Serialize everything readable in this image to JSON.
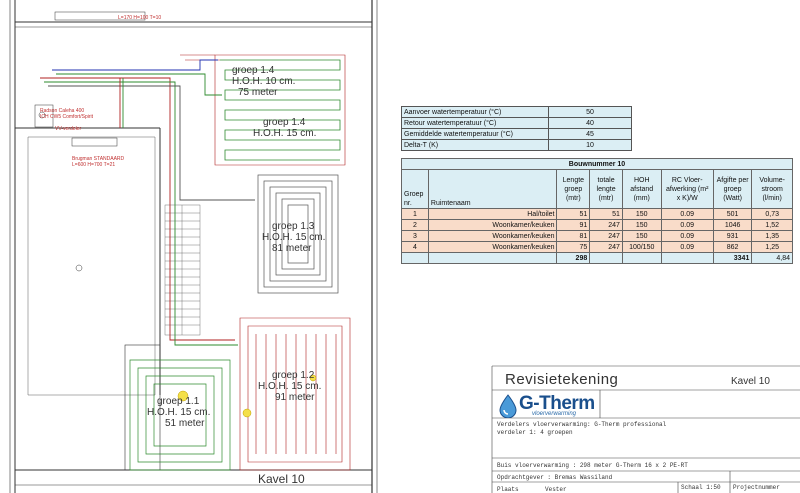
{
  "plan": {
    "top_label": "L=170 H=100 T=10",
    "zones": [
      {
        "group": "groep 1.4",
        "hoh": "H.O.H. 10 cm.",
        "meters": "75 meter"
      },
      {
        "group": "groep 1.4",
        "hoh": "H.O.H. 15 cm."
      },
      {
        "group": "groep 1.3",
        "hoh": "H.O.H. 15 cm.",
        "meters": "81 meter"
      },
      {
        "group": "groep 1.2",
        "hoh": "H.O.H. 15 cm.",
        "meters": "91 meter"
      },
      {
        "group": "groep 1.1",
        "hoh": "H.O.H. 15 cm.",
        "meters": "51 meter"
      }
    ],
    "equipment_labels": [
      "Radson Caleha 400",
      "ICH CW5 Comfort/Spirit",
      "VV-verdeler",
      "Brugman STANDAARD",
      "L=600 H=700 T=21"
    ],
    "kavel_label": "Kavel 10"
  },
  "params": [
    {
      "label": "Aanvoer watertemperatuur (°C)",
      "value": "50"
    },
    {
      "label": "Retour watertemperatuur (°C)",
      "value": "40"
    },
    {
      "label": "Gemiddelde watertemperatuur (°C)",
      "value": "45"
    },
    {
      "label": "Delta-T (K)",
      "value": "10"
    }
  ],
  "bouw": {
    "title": "Bouwnummer 10",
    "headers": {
      "groep": "Groep nr.",
      "ruimte": "Ruimtenaam",
      "lengte_groep": "Lengte groep (mtr)",
      "totale_lengte": "totale lengte (mtr)",
      "hoh": "HOH afstand (mm)",
      "rc": "RC Vloer-afwerking (m² x K)/W",
      "afgifte": "Afgifte per groep (Watt)",
      "volume": "Volume-stroom (l/min)"
    },
    "rows": [
      {
        "nr": "1",
        "ruimte": "Hal/toilet",
        "lengte": "51",
        "totaal": "51",
        "hoh": "150",
        "rc": "0.09",
        "afgifte": "501",
        "volume": "0,73"
      },
      {
        "nr": "2",
        "ruimte": "Woonkamer/keuken",
        "lengte": "91",
        "totaal": "247",
        "hoh": "150",
        "rc": "0.09",
        "afgifte": "1046",
        "volume": "1,52"
      },
      {
        "nr": "3",
        "ruimte": "Woonkamer/keuken",
        "lengte": "81",
        "totaal": "247",
        "hoh": "150",
        "rc": "0.09",
        "afgifte": "931",
        "volume": "1,35"
      },
      {
        "nr": "4",
        "ruimte": "Woonkamer/keuken",
        "lengte": "75",
        "totaal": "247",
        "hoh": "100/150",
        "rc": "0.09",
        "afgifte": "862",
        "volume": "1,25"
      }
    ],
    "totals": {
      "lengte": "298",
      "afgifte": "3341",
      "volume": "4,84"
    }
  },
  "titleblock": {
    "title": "Revisietekening",
    "kavel": "Kavel 10",
    "logo": "G-Therm",
    "logo_sub": "vloerverwarming",
    "verdelers": "Verdelers vloerverwarming: G-Therm professional",
    "verdeler": "verdeler 1: 4 groepen",
    "buis": "Buis vloerverwarming      : 298 meter G-Therm 16 x 2 PE-RT",
    "opdrachtgever": "Opdrachtgever : Bremas Wassiland",
    "schaal": "Schaal 1:50",
    "projectnummer": "Projectnummer",
    "plaats": "Plaats",
    "vester": "Vester"
  },
  "colors": {
    "pipe_green": "#2e8b2e",
    "pipe_red": "#b02020",
    "pipe_blue": "#2030b0",
    "header_fill": "#dbeef4",
    "row_fill": "#f9dcc9",
    "logo_blue": "#1a4f8c"
  }
}
